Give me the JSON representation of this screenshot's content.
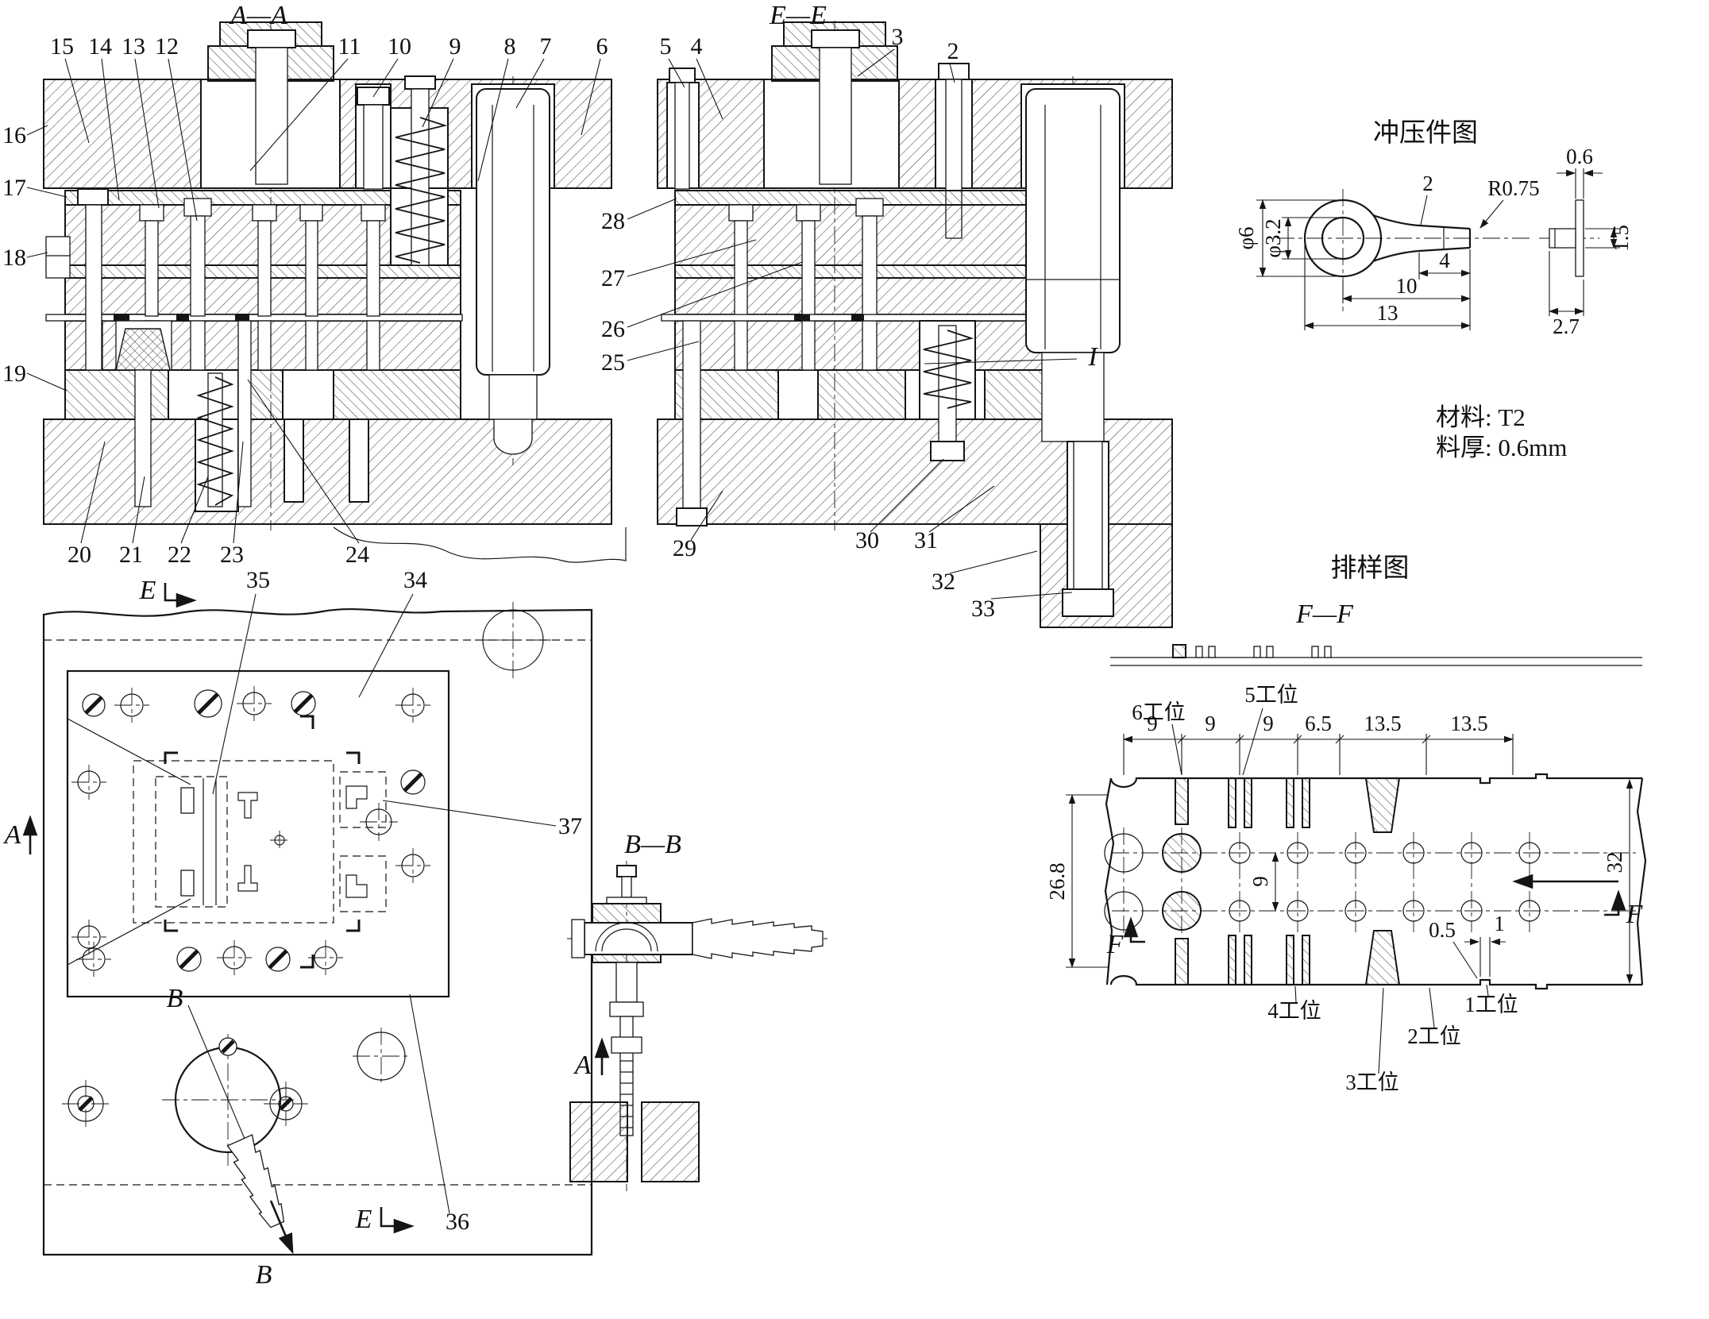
{
  "aa": {
    "title": "A—A",
    "top": [
      "15",
      "14",
      "13",
      "12",
      "11",
      "10",
      "9",
      "8",
      "7",
      "6"
    ],
    "left": [
      "16",
      "17",
      "18",
      "19"
    ],
    "bottom": [
      "20",
      "21",
      "22",
      "23",
      "24"
    ]
  },
  "ee": {
    "title": "E—E",
    "top": [
      "5",
      "4",
      "3",
      "2"
    ],
    "left": [
      "28",
      "27",
      "26",
      "25"
    ],
    "bottom": [
      "29",
      "30",
      "31",
      "32",
      "33"
    ],
    "right": "I"
  },
  "part": {
    "title": "冲压件图",
    "outer_dia": "φ6",
    "hole_dia": "φ3.2",
    "tab_width": "2",
    "fillet": "R0.75",
    "len_tab": "4",
    "len_mid": "10",
    "len_total": "13",
    "thickness": "0.6",
    "lip": "1.5",
    "side_width": "2.7",
    "material": "材料: T2",
    "sheet": "料厚: 0.6mm"
  },
  "strip": {
    "title": "排样图",
    "ff": "F—F",
    "p1": "9",
    "p2": "9",
    "p3": "9",
    "p4": "6.5",
    "p5": "13.5",
    "p6": "13.5",
    "width_left": "26.8",
    "row_gap": "9",
    "width_right": "32",
    "notch_depth": "0.5",
    "notch_width": "1",
    "s1": "1工位",
    "s2": "2工位",
    "s3": "3工位",
    "s4": "4工位",
    "s5": "5工位",
    "s6": "6工位",
    "f": "F"
  },
  "plan": {
    "c35": "35",
    "c34": "34",
    "c37": "37",
    "c36": "36",
    "e": "E",
    "a": "A",
    "b": "B"
  },
  "bb": {
    "title": "B—B",
    "a": "A"
  }
}
